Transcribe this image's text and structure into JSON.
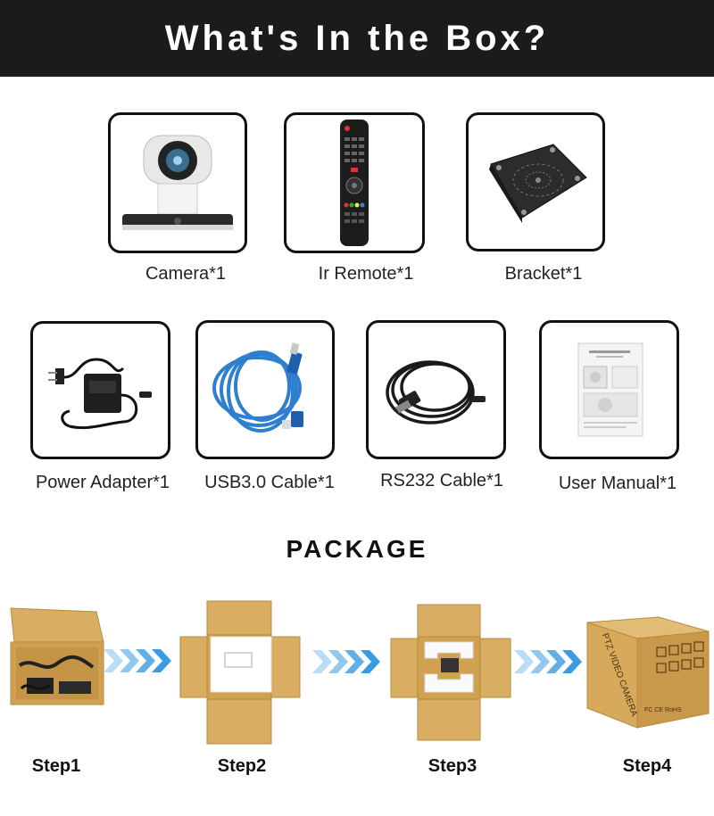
{
  "header": {
    "title": "What's In the Box?"
  },
  "items": [
    {
      "caption": "Camera*1",
      "icon": "camera-icon"
    },
    {
      "caption": "Ir Remote*1",
      "icon": "remote-icon"
    },
    {
      "caption": "Bracket*1",
      "icon": "bracket-icon"
    },
    {
      "caption": "Power Adapter*1",
      "icon": "power-adapter-icon"
    },
    {
      "caption": "USB3.0 Cable*1",
      "icon": "usb-cable-icon"
    },
    {
      "caption": "RS232 Cable*1",
      "icon": "rs232-cable-icon"
    },
    {
      "caption": "User Manual*1",
      "icon": "manual-icon"
    }
  ],
  "package": {
    "title": "PACKAGE",
    "steps": [
      {
        "label": "Step1"
      },
      {
        "label": "Step2"
      },
      {
        "label": "Step3"
      },
      {
        "label": "Step4",
        "box_text": "PTZ VIDEO CAMERA"
      }
    ]
  },
  "colors": {
    "header_bg": "#1b1b1b",
    "arrow": "#3a9be0",
    "cardboard": "#d9ae62"
  }
}
